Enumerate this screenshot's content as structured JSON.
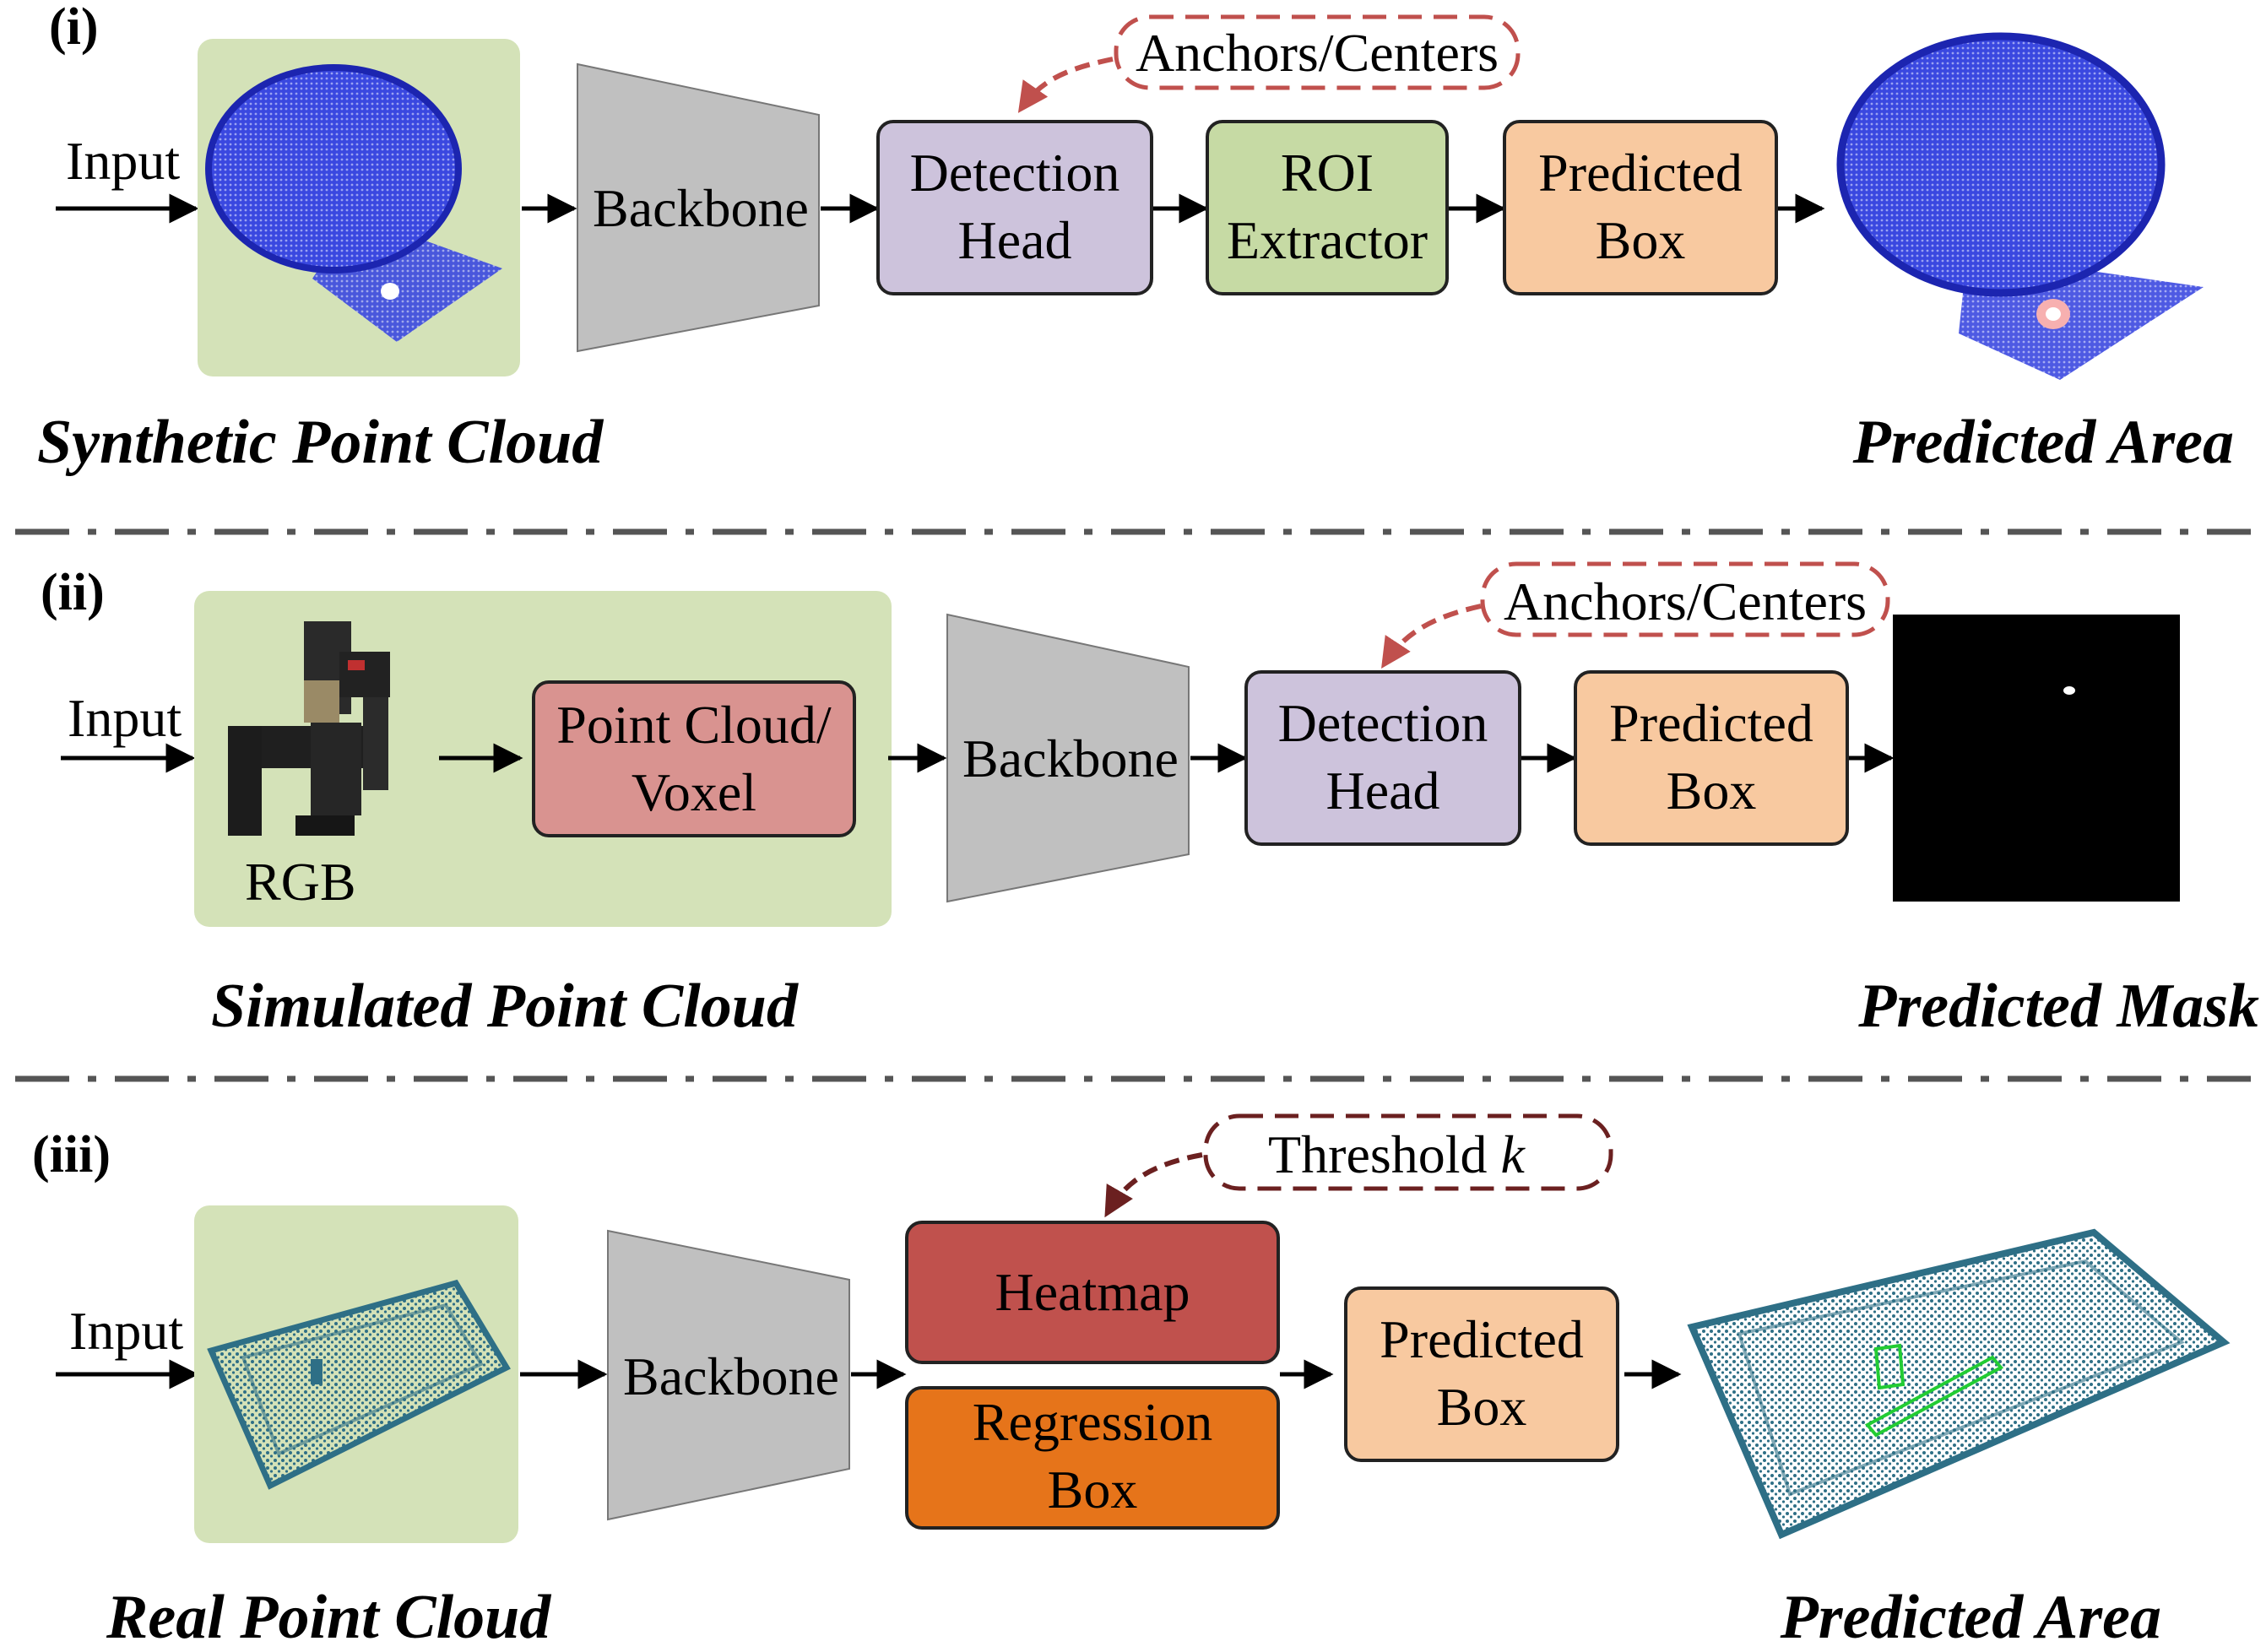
{
  "sections": [
    {
      "label": "(i)",
      "input_label": "Input",
      "backbone": "Backbone",
      "detection_head": [
        "Detection",
        "Head"
      ],
      "roi_extractor": [
        "ROI",
        "Extractor"
      ],
      "predicted_box": [
        "Predicted",
        "Box"
      ],
      "feedback": "Anchors/Centers",
      "caption_left": "Synthetic Point Cloud",
      "caption_right": "Predicted Area"
    },
    {
      "label": "(ii)",
      "input_label": "Input",
      "rgb_label": "RGB",
      "point_cloud_voxel": [
        "Point Cloud/",
        "Voxel"
      ],
      "backbone": "Backbone",
      "detection_head": [
        "Detection",
        "Head"
      ],
      "predicted_box": [
        "Predicted",
        "Box"
      ],
      "feedback": "Anchors/Centers",
      "caption_left": "Simulated Point Cloud",
      "caption_right": "Predicted Mask"
    },
    {
      "label": "(iii)",
      "input_label": "Input",
      "backbone": "Backbone",
      "heatmap": "Heatmap",
      "regression_box": [
        "Regression",
        "Box"
      ],
      "predicted_box": [
        "Predicted",
        "Box"
      ],
      "feedback": "Threshold",
      "feedback_var": "k",
      "caption_left": "Real Point Cloud",
      "caption_right": "Predicted Area"
    }
  ],
  "colors": {
    "input_panel": "#d4e2b8",
    "backbone": "#c0c0c0",
    "detection_head": "#cdc3dc",
    "roi_extractor": "#c6daa4",
    "predicted_box": "#f8c9a0",
    "point_cloud_voxel": "#d99390",
    "heatmap": "#c0514d",
    "regression_box": "#e6741a",
    "feedback_arrow": "#c0504d",
    "feedback_arrow_iii": "#6b2020",
    "synthetic_cloud": "#2f3fd6",
    "real_cloud": "#2e6f86",
    "divider": "#555555"
  }
}
